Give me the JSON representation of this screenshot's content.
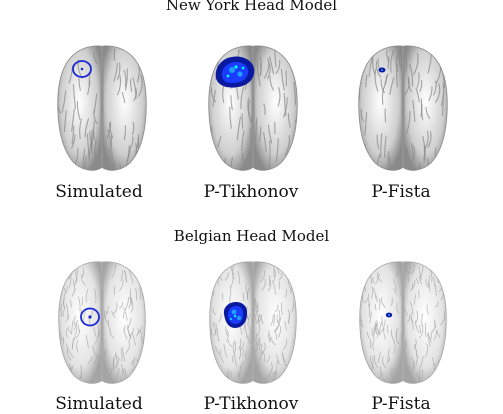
{
  "sections": [
    {
      "title": "New York Head Model",
      "captions": [
        "Simulated",
        "P-Tikhonov",
        "P-Fista"
      ]
    },
    {
      "title": "Belgian Head Model",
      "captions": [
        "Simulated",
        "P-Tikhonov",
        "P-Fista"
      ]
    }
  ],
  "colors": {
    "brain_ny": "#cfcfcf",
    "brain_ny_shade": "#8a8a8a",
    "brain_be": "#e3e3e3",
    "brain_be_shade": "#a4a4a4",
    "marker": "#1a2bd6",
    "activation_core": "#00ffee",
    "activation_mid": "#1fa0ff",
    "activation_outer": "#0a1aa0"
  }
}
